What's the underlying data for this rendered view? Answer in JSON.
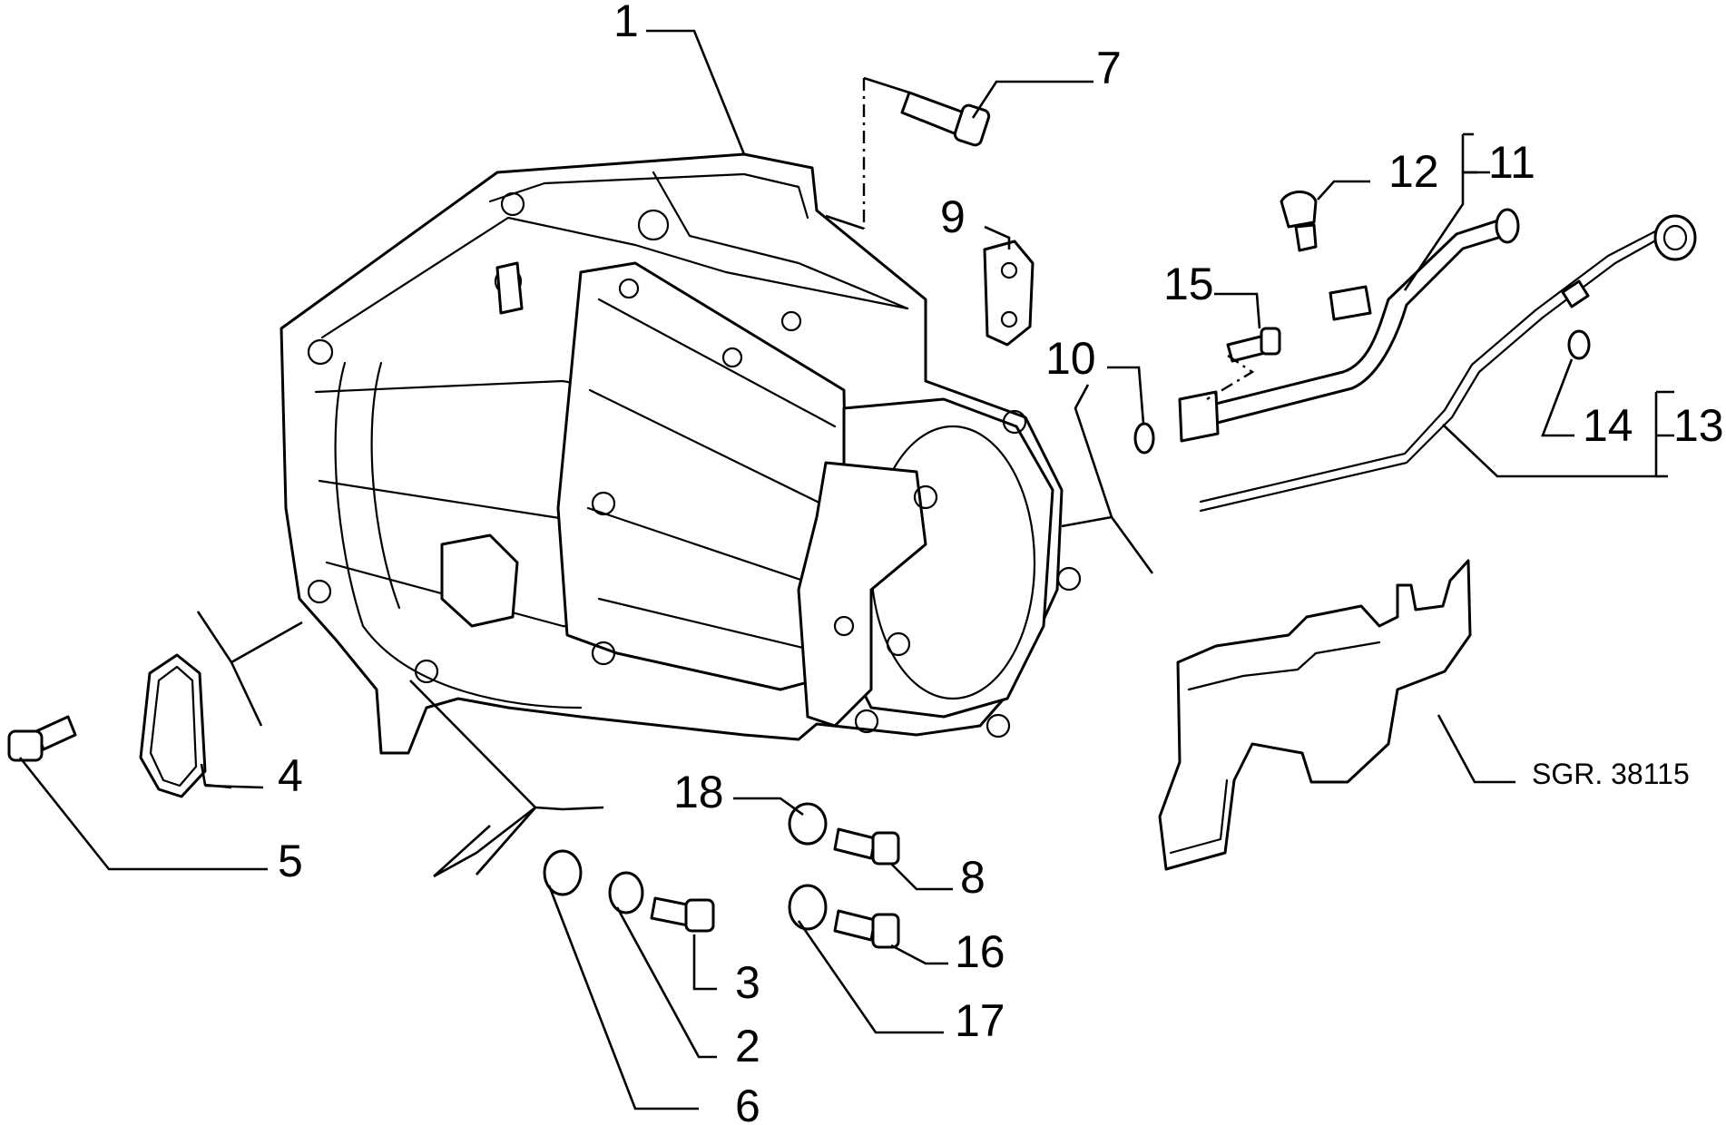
{
  "callouts": {
    "c1": "1",
    "c2": "2",
    "c3": "3",
    "c4": "4",
    "c5": "5",
    "c6": "6",
    "c7": "7",
    "c8": "8",
    "c9": "9",
    "c10": "10",
    "c11": "11",
    "c12": "12",
    "c13": "13",
    "c14": "14",
    "c15": "15",
    "c16": "16",
    "c17": "17",
    "c18": "18"
  },
  "reference": "SGR. 38115",
  "icons": {
    "housing": "gearbox-housing-icon",
    "fasteners": "bolt-icon",
    "washers": "washer-icon",
    "dipstick": "dipstick-icon",
    "shield": "heat-shield-icon"
  }
}
